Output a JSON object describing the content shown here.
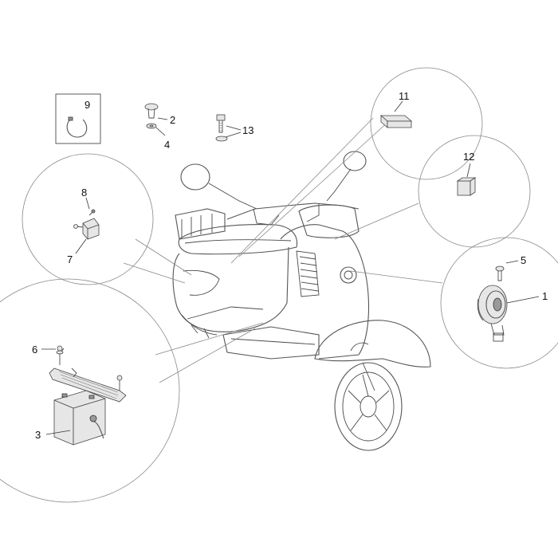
{
  "callouts": {
    "n1": "1",
    "n2": "2",
    "n3": "3",
    "n4": "4",
    "n5": "5",
    "n6": "6",
    "n7": "7",
    "n8": "8",
    "n9": "9",
    "n10": "11",
    "n11": "12",
    "n12": "13"
  },
  "colors": {
    "stroke": "#4a4a4a",
    "callout_circle": "#888888",
    "label": "#111111"
  }
}
